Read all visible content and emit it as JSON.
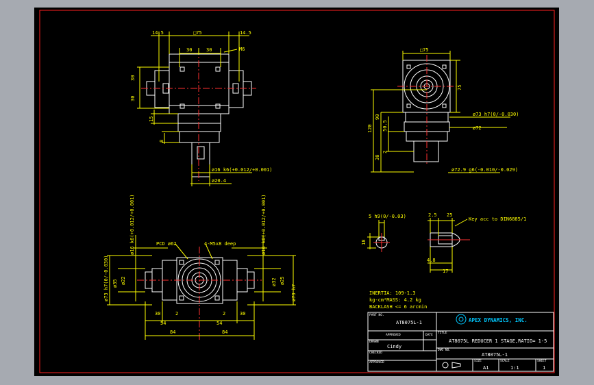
{
  "colors": {
    "background": "#a6aab1",
    "canvas": "#000000",
    "border": "#ff2020",
    "geometry": "#ffffff",
    "dimension": "#ffff00",
    "centerline": "#ff3030",
    "table": "#ffffff",
    "logo_text": "#00c8ff"
  },
  "views": {
    "front": {
      "left_offset": "14.5",
      "square": "□75",
      "right_offset": "14.5",
      "width_left": "30",
      "width_right": "30",
      "tap": "M6",
      "height_top": "30",
      "height_bottom": "30",
      "dim_15": "15",
      "dim_8": "8",
      "shaft_tol": "ø16 k6(+0.012/+0.001)",
      "shaft_dia": "ø20.4"
    },
    "side": {
      "square_top": "□75",
      "square_side": "75",
      "pilot": "ø73 h7(0/-0.030)",
      "dia_72": "ø72",
      "height_120": "120",
      "height_90": "90",
      "height_505": "50.5",
      "height_30": "30",
      "dim_2": "2",
      "flange": "ø72.9 g6(-0.010/-0.029)"
    },
    "top": {
      "pcd": "PCD ø62",
      "holes": "4-M5x8 deep",
      "shaft_left": "ø16 k6(+0.012/+0.001)",
      "shaft_right": "ø16 k6(+0.012/+0.001)",
      "pilot_left": "ø73 h7(0/-0.030)",
      "pilot_right": "ø73 h7",
      "d32": "ø32",
      "d35": "ø35",
      "d25": "ø25",
      "d22": "ø22",
      "dim_30_l": "30",
      "dim_2_l": "2",
      "dim_2_r": "2",
      "dim_30_r": "30",
      "dim_54_l": "54",
      "dim_54_r": "54",
      "dim_84_l": "84",
      "dim_84_r": "84"
    },
    "key": {
      "width": "5 h9(0/-0.03)",
      "height": "18",
      "dim_25": "2.5",
      "dim_25b": "25",
      "note": "Key acc to DIN6885/1",
      "dim_48": "4.8",
      "dim_17": "17"
    }
  },
  "notes": {
    "inertia": "INERTIA: 109-1.3",
    "mass": "kg-cm²MASS: 4.2 kg",
    "backlash": "BACKLASH <= 6 arcmin"
  },
  "title_block": {
    "part_no_label": "PART NO.",
    "part_no": "AT8075L-1",
    "title_label": "TITLE",
    "company": "APEX DYNAMICS, INC.",
    "approved_label": "APPROVED",
    "date_label": "DATE",
    "title": "AT8075L REDUCER 1 STAGE,RATIO= 1-5",
    "drawn_label": "DRAWN",
    "drawn": "Cindy",
    "dwg_no_label": "DWG NO.",
    "dwg_no": "AT8075L-1",
    "checked_label": "CHECKED",
    "approved2_label": "APPROVED",
    "size_label": "SIZE",
    "size": "A1",
    "scale_label": "SCALE",
    "scale": "1:1",
    "sheet_label": "SHEET",
    "sheet": "1"
  }
}
